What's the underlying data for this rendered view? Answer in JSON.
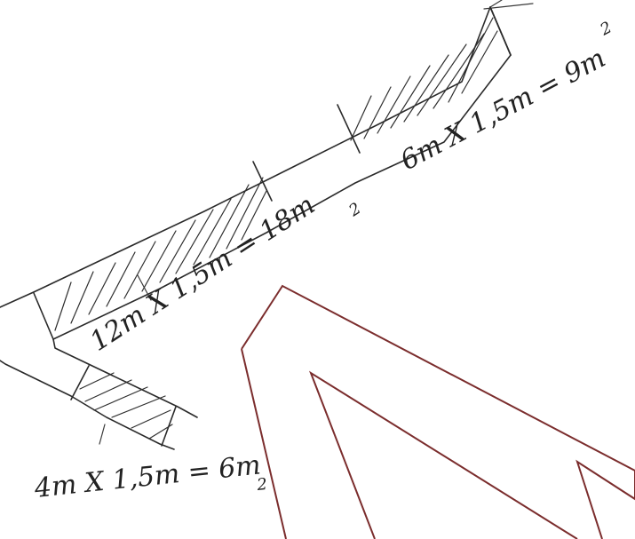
{
  "annotations": {
    "upper_segment": "6m X 1,5m = 9m",
    "upper_segment_exp": "2",
    "middle_segment": "12m X 1,5m = 18m",
    "middle_segment_exp": "2",
    "lower_segment": "4m X 1,5m = 6m",
    "lower_segment_exp": "2"
  },
  "colors": {
    "ink": "#2a2a2a",
    "overlay_outline": "#7b2d2d",
    "background": "#ffffff"
  }
}
